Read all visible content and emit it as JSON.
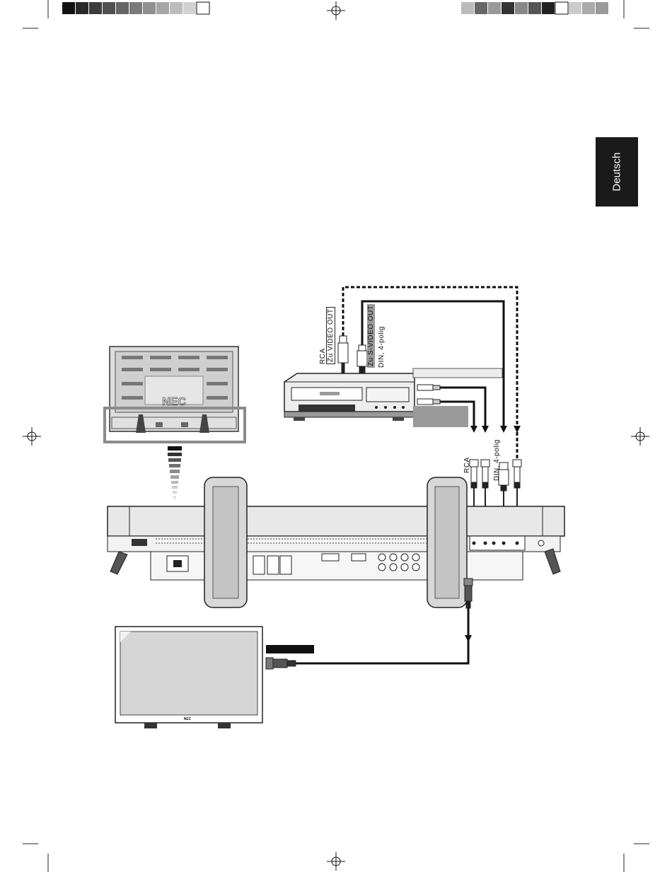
{
  "language_tab": {
    "label": "Deutsch"
  },
  "labels": {
    "rca_top": "RCA",
    "zu_video_out": "Zu VIDEO OUT",
    "zu_s_video_out": "Zu S-VIDEO OUT",
    "din_top": "DIN, 4-polig",
    "rca_bottom": "RCA",
    "din_bottom": "DIN, 4-polig"
  },
  "monitor_brand": "NEC",
  "colors": {
    "tab_bg": "#1a1a1a",
    "tab_text": "#ffffff",
    "highlight_box": "#8c8c8c"
  }
}
